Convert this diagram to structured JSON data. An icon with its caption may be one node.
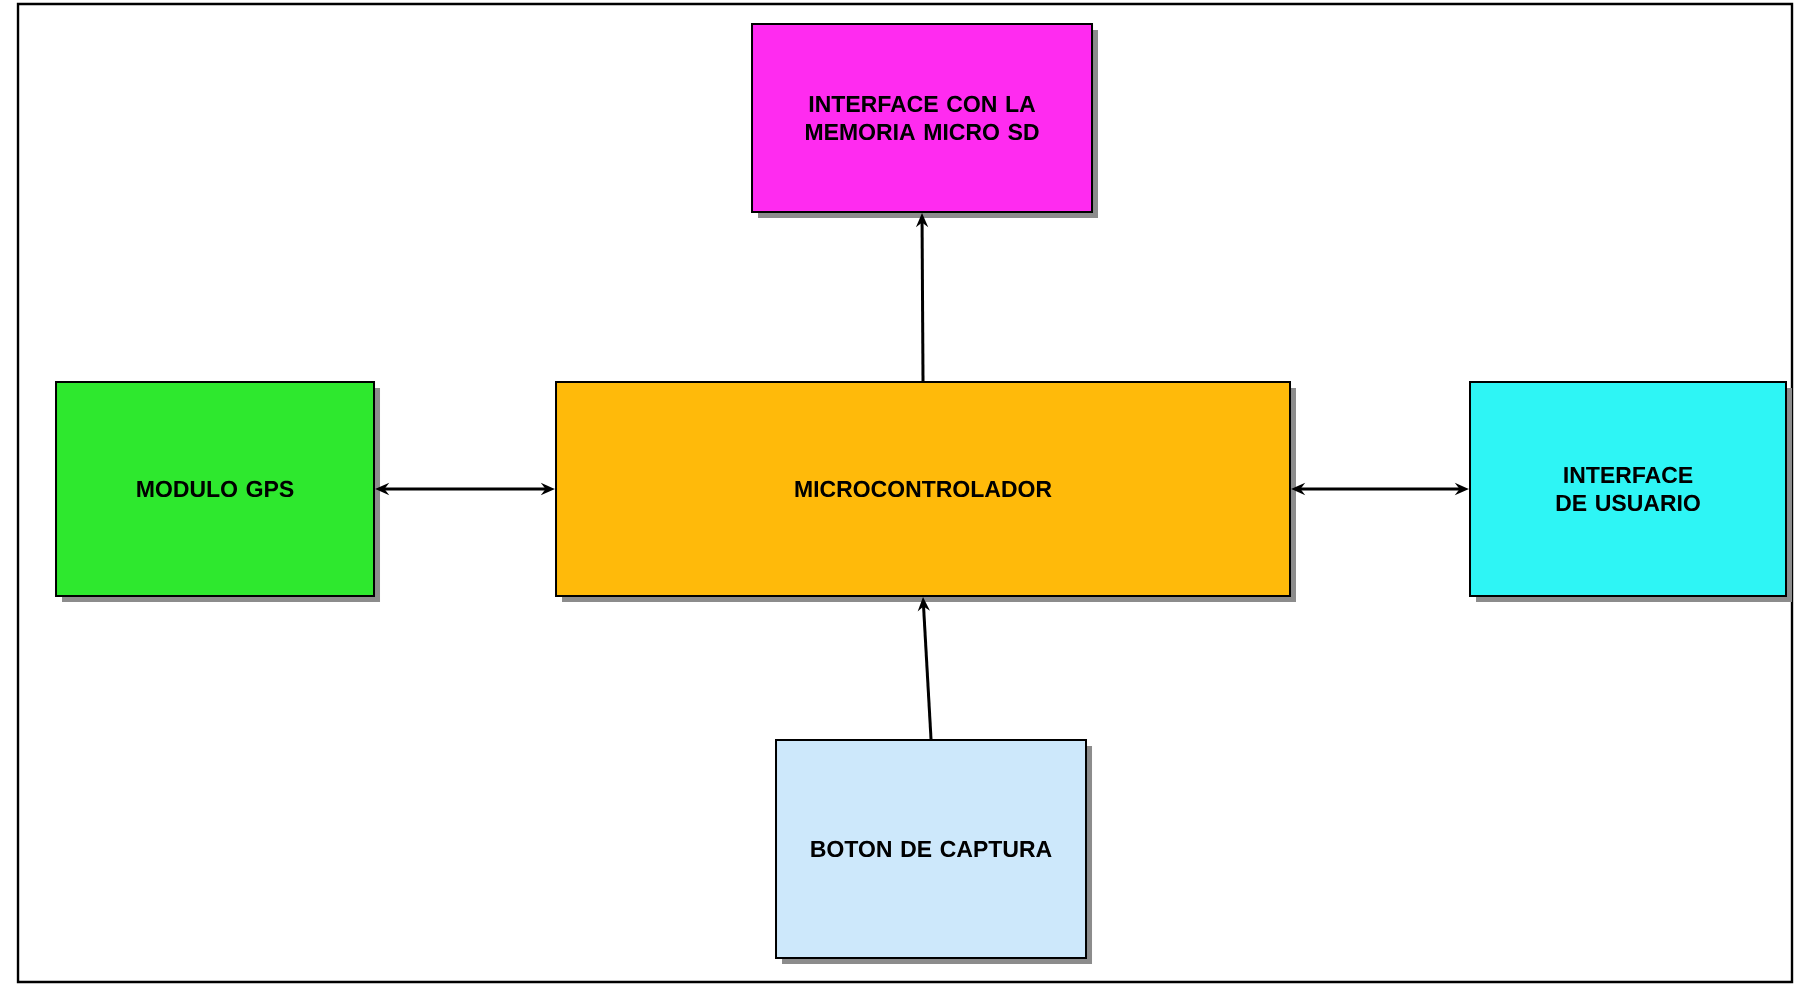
{
  "diagram": {
    "nodes": [
      {
        "text": [
          "INTERFACE CON LA MEMORIA MICRO SD"
        ]
      },
      {
        "text": [
          "MODULO GPS"
        ]
      },
      {
        "text": [
          "MICROCONTROLADOR"
        ]
      },
      {
        "text": [
          "INTERFACE DE USUARIO"
        ]
      },
      {
        "text": [
          "BOTON DE CAPTURA"
        ]
      }
    ],
    "edges": [
      {
        "from": 2,
        "to": 0,
        "arrow": "to"
      },
      {
        "from": 1,
        "to": 2,
        "arrow": "both"
      },
      {
        "from": 2,
        "to": 3,
        "arrow": "both"
      },
      {
        "from": 4,
        "to": 2,
        "arrow": "to"
      }
    ]
  }
}
